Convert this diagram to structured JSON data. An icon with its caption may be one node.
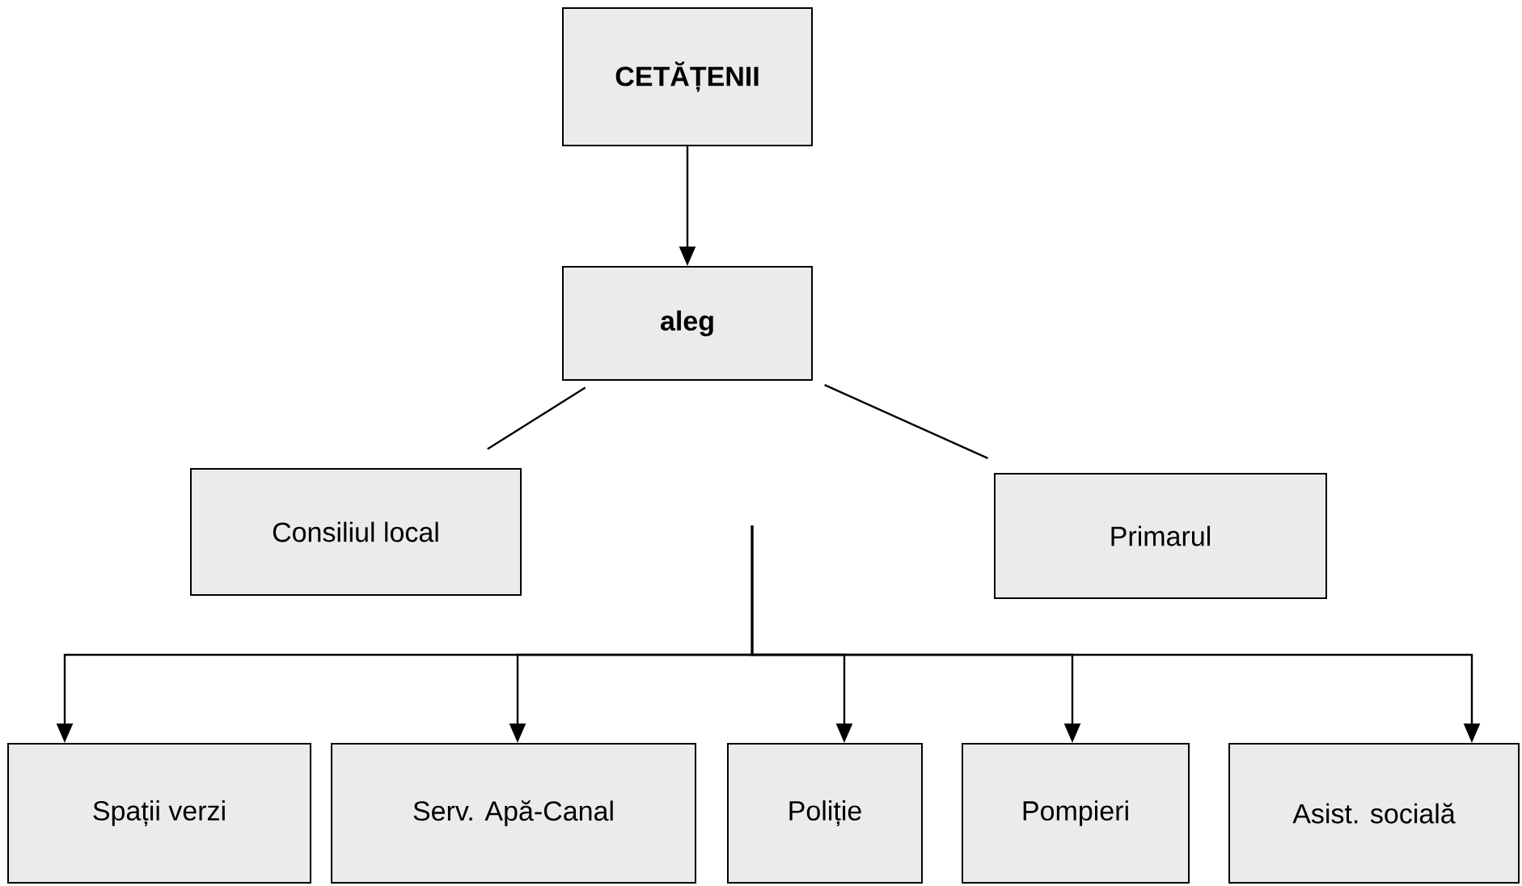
{
  "diagram": {
    "nodes": [
      {
        "text": [
          "CETĂȚENII"
        ]
      },
      {
        "text": [
          "aleg"
        ]
      },
      {
        "text": [
          "Consiliul local"
        ]
      },
      {
        "text": [
          "Primarul"
        ]
      },
      {
        "text": [
          "Spații verzi"
        ]
      },
      {
        "text": [
          "Serv. Apă-Canal"
        ]
      },
      {
        "text": [
          "Poliție"
        ]
      },
      {
        "text": [
          "Pompieri"
        ]
      },
      {
        "text": [
          "Asist. socială"
        ]
      }
    ],
    "edges": [
      {
        "from": 0,
        "to": 1,
        "arrow": "to"
      },
      {
        "from": 1,
        "to": 2,
        "arrow": "none"
      },
      {
        "from": 1,
        "to": 3,
        "arrow": "none"
      },
      {
        "from": null,
        "to": 4,
        "arrow": "to"
      },
      {
        "from": null,
        "to": 5,
        "arrow": "to"
      },
      {
        "from": null,
        "to": 6,
        "arrow": "to"
      },
      {
        "from": null,
        "to": 7,
        "arrow": "to"
      },
      {
        "from": null,
        "to": 8,
        "arrow": "to"
      }
    ]
  }
}
